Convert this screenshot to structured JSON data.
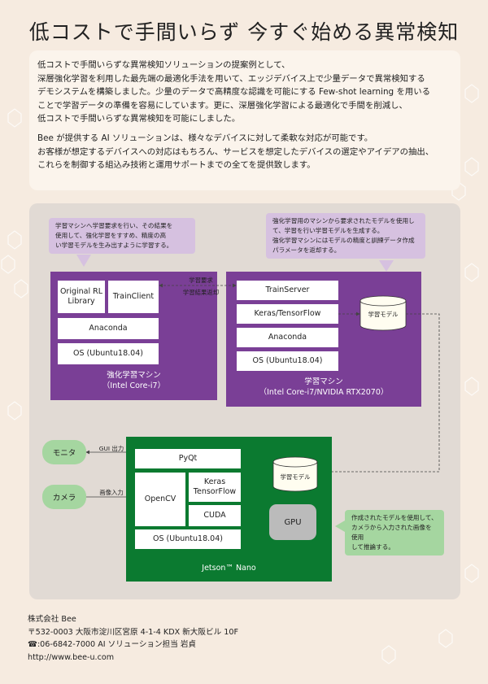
{
  "title": "低コストで手間いらず 今すぐ始める異常検知",
  "intro": {
    "paragraph1": [
      "低コストで手間いらずな異常検知ソリューションの提案例として、",
      "深層強化学習を利用した最先端の最適化手法を用いて、エッジデバイス上で少量データで異常検知する",
      "デモシステムを構築しました。少量のデータで高精度な認識を可能にする Few-shot learning を用いる",
      "ことで学習データの準備を容易にしています。更に、深層強化学習による最適化で手間を削減し、",
      "低コストで手間いらずな異常検知を可能にしました。"
    ],
    "paragraph2": [
      "Bee が提供する AI ソリューションは、様々なデバイスに対して柔軟な対応が可能です。",
      "お客様が想定するデバイスへの対応はもちろん、サービスを想定したデバイスの選定やアイデアの抽出、",
      "これらを制御する組込み技術と運用サポートまでの全てを提供致します。"
    ]
  },
  "notes": {
    "left": [
      "学習マシンへ学習要求を行い、その結果を",
      "使用して、強化学習をすすめ、精度の高",
      "い学習モデルを生み出すように学習する。"
    ],
    "right": [
      "強化学習用のマシンから要求されたモデルを使用し",
      "て、学習を行い学習モデルを生成する。",
      "強化学習マシンにはモデルの精度と訓練データ作成",
      "パラメータを返却する。"
    ],
    "bottom": [
      "作成されたモデルを使用して、",
      "カメラから入力された画像を使用",
      "して推論する。"
    ]
  },
  "rl_machine": {
    "boxes": {
      "library": "Original RL Library",
      "client": "TrainClient",
      "anaconda": "Anaconda",
      "os": "OS (Ubuntu18.04)"
    },
    "label": "強化学習マシン",
    "sublabel": "（Intel Core-i7）"
  },
  "link_labels": {
    "request": "学習要求",
    "result": "学習結果返却",
    "gui_out": "GUI 出力",
    "image_in": "画像入力"
  },
  "train_machine": {
    "boxes": {
      "server": "TrainServer",
      "keras": "Keras/TensorFlow",
      "anaconda": "Anaconda",
      "os": "OS (Ubuntu18.04)"
    },
    "model": "学習モデル",
    "label": "学習マシン",
    "sublabel": "（Intel Core-i7/NVIDIA RTX2070）"
  },
  "jetson": {
    "boxes": {
      "pyqt": "PyQt",
      "opencv": "OpenCV",
      "keras": "Keras TensorFlow",
      "cuda": "CUDA",
      "os": "OS (Ubuntu18.04)"
    },
    "model": "学習モデル",
    "gpu": "GPU",
    "label": "Jetson™ Nano"
  },
  "external": {
    "monitor": "モニタ",
    "camera": "カメラ"
  },
  "footer": {
    "company": "株式会社 Bee",
    "address": "〒532-0003 大阪市淀川区宮原 4-1-4 KDX 新大阪ビル 10F",
    "phone": "☎:06-6842-7000 AI ソリューション担当 岩貞",
    "url": "http://www.bee-u.com"
  },
  "colors": {
    "purple": "#7a3f96",
    "green": "#0b7a30",
    "note_purple": "#d6c1e0",
    "note_green": "#a5d6a0"
  }
}
